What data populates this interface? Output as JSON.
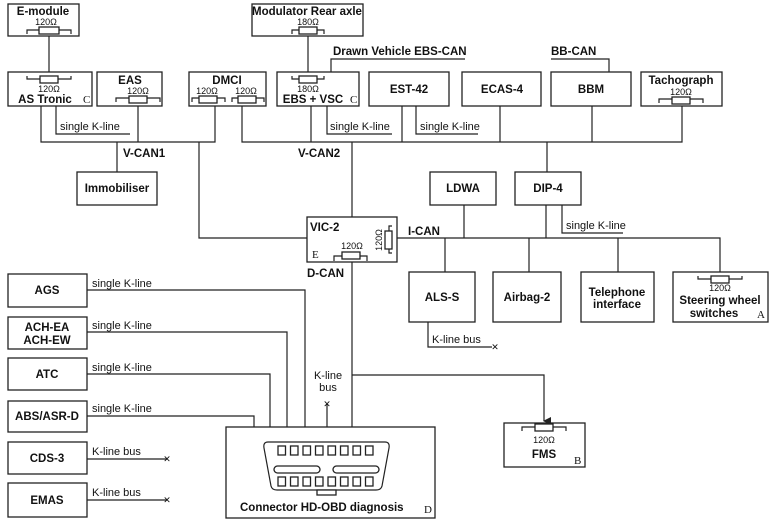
{
  "modules": {
    "e_module": "E-module",
    "modulator": "Modulator Rear axle",
    "as_tronic": "AS Tronic",
    "eas": "EAS",
    "dmci": "DMCI",
    "ebs_vsc": "EBS + VSC",
    "est42": "EST-42",
    "ecas4": "ECAS-4",
    "bbm": "BBM",
    "tachograph": "Tachograph",
    "immobiliser": "Immobiliser",
    "ldwa": "LDWA",
    "dip4": "DIP-4",
    "vic2": "VIC-2",
    "als_s": "ALS-S",
    "airbag2": "Airbag-2",
    "telephone": [
      "Telephone",
      "interface"
    ],
    "steering": [
      "Steering wheel",
      "switches"
    ],
    "ags": "AGS",
    "ach": [
      "ACH-EA",
      "ACH-EW"
    ],
    "atc": "ATC",
    "abs": "ABS/ASR-D",
    "cds3": "CDS-3",
    "emas": "EMAS",
    "fms": "FMS",
    "connector": "Connector HD-OBD diagnosis"
  },
  "buses": {
    "vcan1": "V-CAN1",
    "vcan2": "V-CAN2",
    "ican": "I-CAN",
    "dcan": "D-CAN",
    "ebs_can": "Drawn Vehicle EBS-CAN",
    "bb_can": "BB-CAN"
  },
  "links": {
    "single_kline": "single K-line",
    "kline_bus": "K-line bus",
    "kline": "K-line",
    "bus": "bus"
  },
  "resistors": {
    "r120": "120Ω",
    "r180": "180Ω"
  },
  "markers": {
    "a": "A",
    "b": "B",
    "c": "C",
    "d": "D",
    "e": "E"
  },
  "colors": {
    "line": "#222222",
    "background": "#ffffff"
  }
}
